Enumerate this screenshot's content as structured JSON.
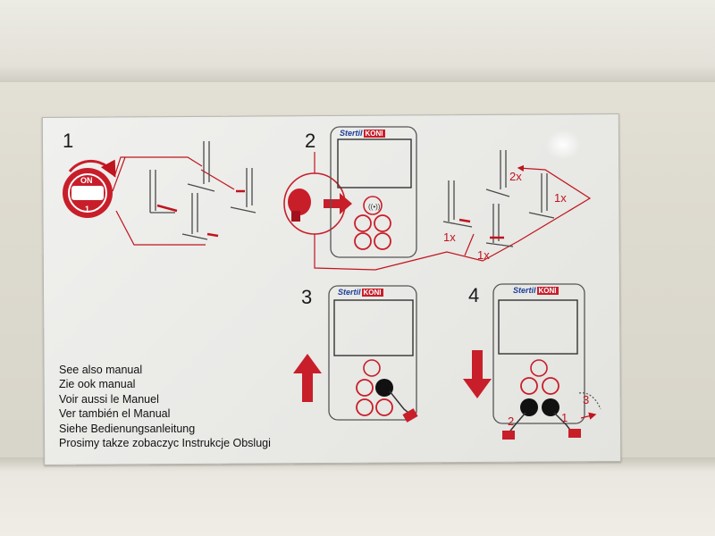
{
  "steps": [
    "1",
    "2",
    "3",
    "4"
  ],
  "brand": {
    "name": "Stertil",
    "tag": "KONI"
  },
  "switch": {
    "on_label": "ON",
    "off_label": "1"
  },
  "counts": {
    "lower_left": "1x",
    "lower_mid": "1x",
    "top_mid": "2x",
    "top_right": "1x"
  },
  "finger_steps": {
    "first": "1",
    "second": "2",
    "third": "3"
  },
  "manual_notes": [
    "See also manual",
    "Zie ook manual",
    "Voir aussi le Manuel",
    "Ver también el Manual",
    "Siehe Bedienungsanleitung",
    "Prosimy takze zobaczyc Instrukcje Obslugi"
  ],
  "colors": {
    "accent_red": "#c81e2a",
    "ink": "#2a2a2a",
    "brand_blue": "#1d3f9a"
  }
}
